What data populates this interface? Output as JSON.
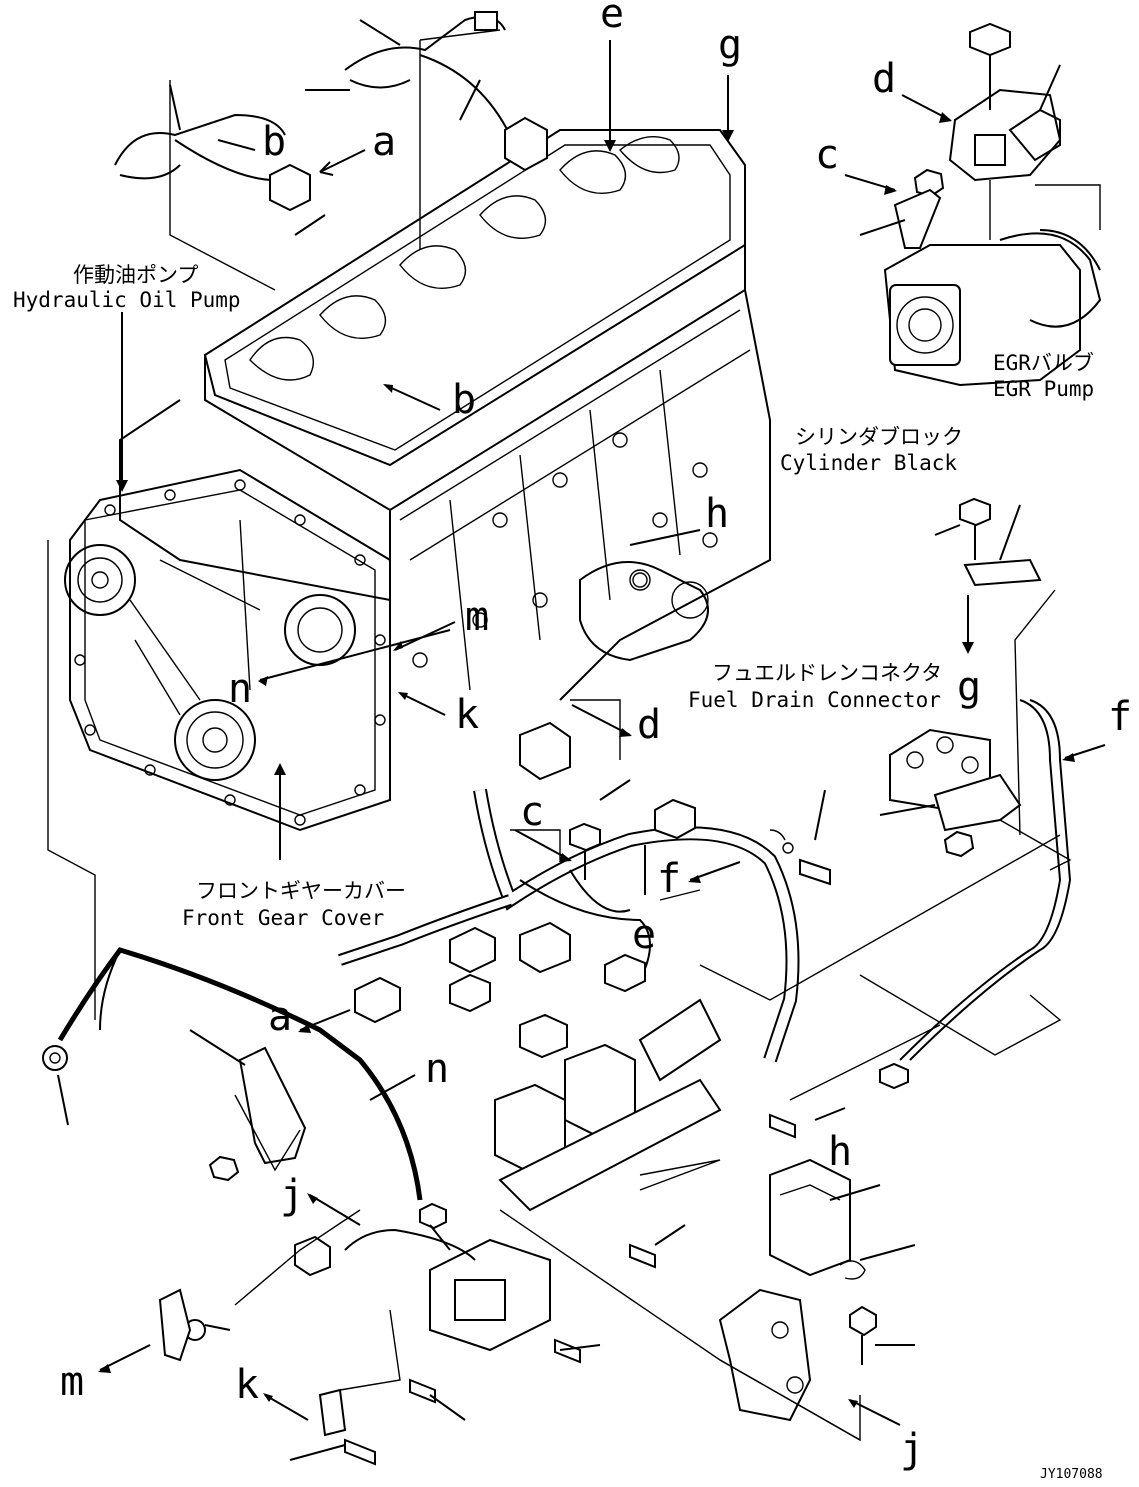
{
  "figure": {
    "code": "JY107088",
    "components": {
      "hydraulic_oil_pump": {
        "jp": "作動油ポンプ",
        "en": "Hydraulic Oil Pump"
      },
      "egr_valve": {
        "jp": "EGRバルブ",
        "en": "EGR Pump"
      },
      "cylinder_block": {
        "jp": "シリンダブロック",
        "en": "Cylinder Black"
      },
      "fuel_drain_connector": {
        "jp": "フュエルドレンコネクタ",
        "en": "Fuel Drain Connector"
      },
      "front_gear_cover": {
        "jp": "フロントギヤーカバー",
        "en": "Front Gear Cover"
      }
    },
    "callouts": {
      "a1": "a",
      "b1": "b",
      "e1": "e",
      "g1": "g",
      "d1": "d",
      "c1": "c",
      "b2": "b",
      "h1": "h",
      "m1": "m",
      "n1": "n",
      "k1": "k",
      "d2": "d",
      "g2": "g",
      "f1": "f",
      "c2": "c",
      "f2": "f",
      "e2": "e",
      "a2": "a",
      "n2": "n",
      "h2": "h",
      "j1": "j",
      "m2": "m",
      "k2": "k",
      "j2": "j"
    }
  }
}
